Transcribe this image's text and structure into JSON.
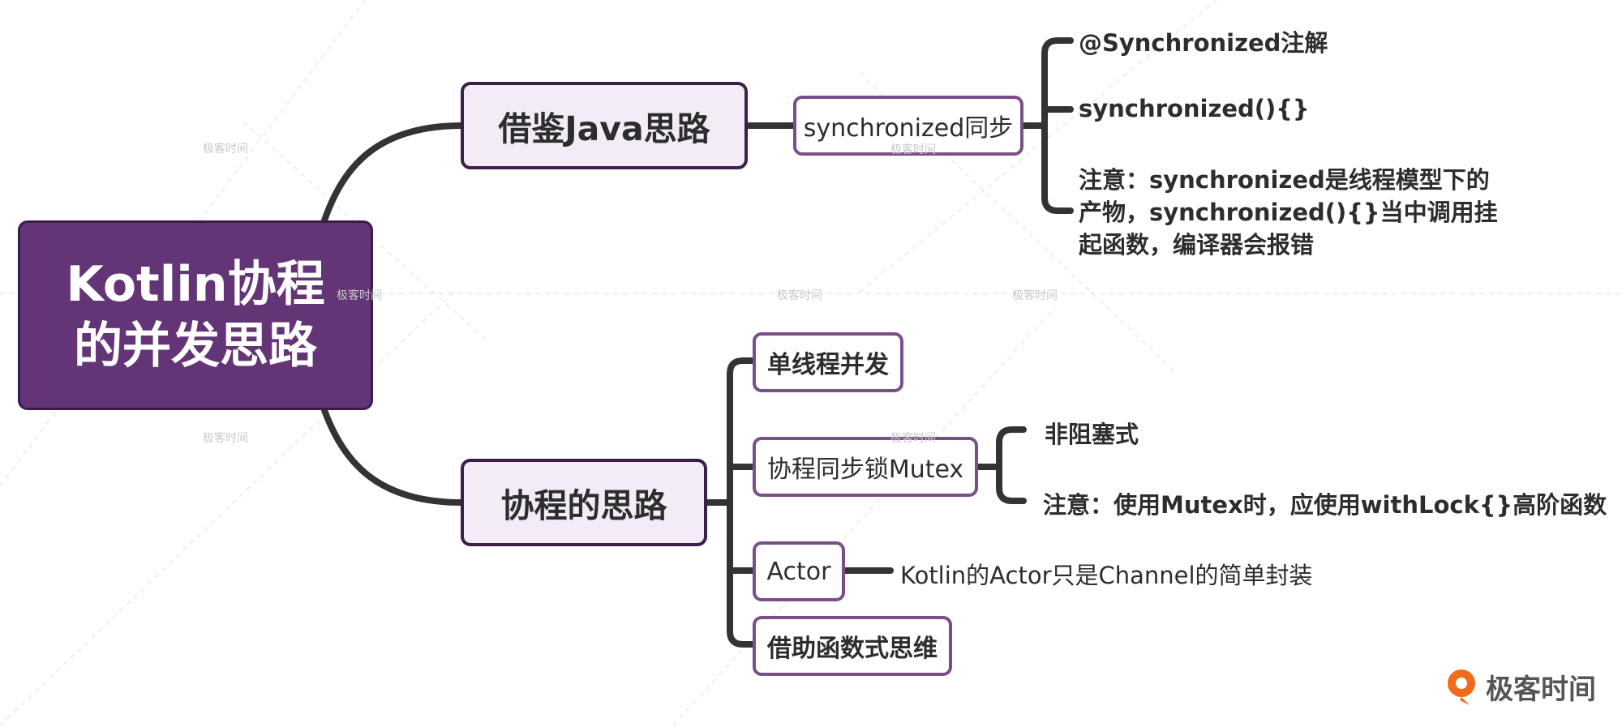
{
  "root": {
    "line1": "Kotlin协程",
    "line2": "的并发思路"
  },
  "branches": {
    "java": {
      "label": "借鉴Java思路",
      "sync": {
        "label": "synchronized同步",
        "leaves": [
          "@Synchronized注解",
          "synchronized(){}",
          "注意：synchronized是线程模型下的产物，synchronized(){}当中调用挂起函数，编译器会报错"
        ]
      }
    },
    "coroutine": {
      "label": "协程的思路",
      "single_thread": "单线程并发",
      "mutex": {
        "label": "协程同步锁Mutex",
        "leaves": [
          "非阻塞式",
          "注意：使用Mutex时，应使用withLock{}高阶函数"
        ]
      },
      "actor": {
        "label": "Actor",
        "leaf": "Kotlin的Actor只是Channel的简单封装"
      },
      "functional": "借助函数式思维"
    }
  },
  "watermark": {
    "small_text": "极客时间",
    "brand_text": "极客时间",
    "brand_color": "#f06a1b"
  },
  "colors": {
    "root_fill": "#633476",
    "node_fill": "#f3ebf6",
    "line": "#333333"
  }
}
